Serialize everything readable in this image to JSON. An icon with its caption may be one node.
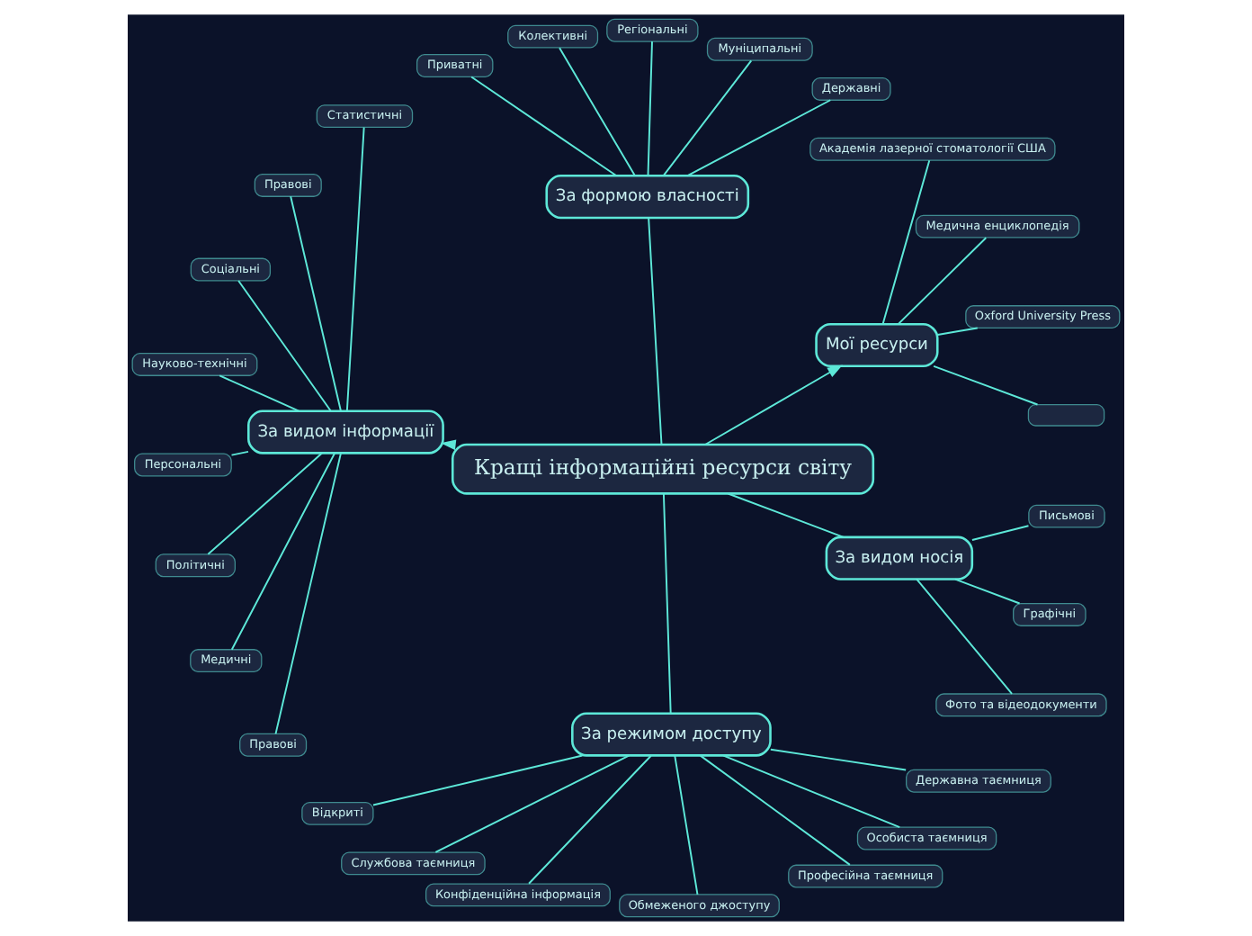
{
  "diagram": {
    "nodes": [
      {
        "text": [
          "Кращі інформаційні ресурси світу"
        ]
      },
      {
        "text": [
          "Мої ресурси"
        ]
      },
      {
        "text": [],
        "shape": "box"
      },
      {
        "text": [
          "Oxford University Press"
        ]
      },
      {
        "text": [
          "Медична енциклопедія"
        ]
      },
      {
        "text": [
          "Академія лазерної стоматології США"
        ]
      },
      {
        "text": [
          "За формою власності"
        ]
      },
      {
        "text": [
          "Державні"
        ]
      },
      {
        "text": [
          "Муніципальні"
        ]
      },
      {
        "text": [
          "Регіональні"
        ]
      },
      {
        "text": [
          "Колективні"
        ]
      },
      {
        "text": [
          "Приватні"
        ]
      },
      {
        "text": [
          "За видом інформації"
        ]
      },
      {
        "text": [
          "Статистичні"
        ]
      },
      {
        "text": [
          "Правові"
        ]
      },
      {
        "text": [
          "Соціальні"
        ]
      },
      {
        "text": [
          "Науково-технічні"
        ]
      },
      {
        "text": [
          "Персональні"
        ]
      },
      {
        "text": [
          "Політичні"
        ]
      },
      {
        "text": [
          "Медичні"
        ]
      },
      {
        "text": [
          "Правові"
        ]
      },
      {
        "text": [
          "За режимом доступу"
        ]
      },
      {
        "text": [
          "Відкриті"
        ]
      },
      {
        "text": [
          "Службова таємниця"
        ]
      },
      {
        "text": [
          "Конфіденційна інформація"
        ]
      },
      {
        "text": [
          "Обмеженого джоступу"
        ]
      },
      {
        "text": [
          "Професійна таємниця"
        ]
      },
      {
        "text": [
          "Особиста таємниця"
        ]
      },
      {
        "text": [
          "Державна таємниця"
        ]
      },
      {
        "text": [
          "За видом носія"
        ]
      },
      {
        "text": [
          "Фото та відеодокументи"
        ]
      },
      {
        "text": [
          "Графічні"
        ]
      },
      {
        "text": [
          "Письмові"
        ]
      }
    ],
    "edges": [
      {
        "from": 0,
        "to": 1,
        "arrow": "to"
      },
      {
        "from": 1,
        "to": 2,
        "arrow": "none"
      },
      {
        "from": 1,
        "to": 3,
        "arrow": "none"
      },
      {
        "from": 1,
        "to": 4,
        "arrow": "none"
      },
      {
        "from": 1,
        "to": 5,
        "arrow": "none"
      },
      {
        "from": 0,
        "to": 6,
        "arrow": "none"
      },
      {
        "from": 6,
        "to": 7,
        "arrow": "none"
      },
      {
        "from": 6,
        "to": 8,
        "arrow": "none"
      },
      {
        "from": 6,
        "to": 9,
        "arrow": "none"
      },
      {
        "from": 6,
        "to": 10,
        "arrow": "none"
      },
      {
        "from": 6,
        "to": 11,
        "arrow": "none"
      },
      {
        "from": 0,
        "to": 12,
        "arrow": "to"
      },
      {
        "from": 12,
        "to": 13,
        "arrow": "none"
      },
      {
        "from": 12,
        "to": 14,
        "arrow": "none"
      },
      {
        "from": 12,
        "to": 15,
        "arrow": "none"
      },
      {
        "from": 12,
        "to": 16,
        "arrow": "none"
      },
      {
        "from": 12,
        "to": 17,
        "arrow": "none"
      },
      {
        "from": 12,
        "to": 18,
        "arrow": "none"
      },
      {
        "from": 12,
        "to": 19,
        "arrow": "none"
      },
      {
        "from": 12,
        "to": 20,
        "arrow": "none"
      },
      {
        "from": 0,
        "to": 21,
        "arrow": "none"
      },
      {
        "from": 21,
        "to": 22,
        "arrow": "none"
      },
      {
        "from": 21,
        "to": 23,
        "arrow": "none"
      },
      {
        "from": 21,
        "to": 24,
        "arrow": "none"
      },
      {
        "from": 21,
        "to": 25,
        "arrow": "none"
      },
      {
        "from": 21,
        "to": 26,
        "arrow": "none"
      },
      {
        "from": 21,
        "to": 27,
        "arrow": "none"
      },
      {
        "from": 21,
        "to": 28,
        "arrow": "none"
      },
      {
        "from": 0,
        "to": 29,
        "arrow": "none"
      },
      {
        "from": 29,
        "to": 30,
        "arrow": "none"
      },
      {
        "from": 29,
        "to": 31,
        "arrow": "none"
      },
      {
        "from": 29,
        "to": 32,
        "arrow": "none"
      }
    ]
  }
}
